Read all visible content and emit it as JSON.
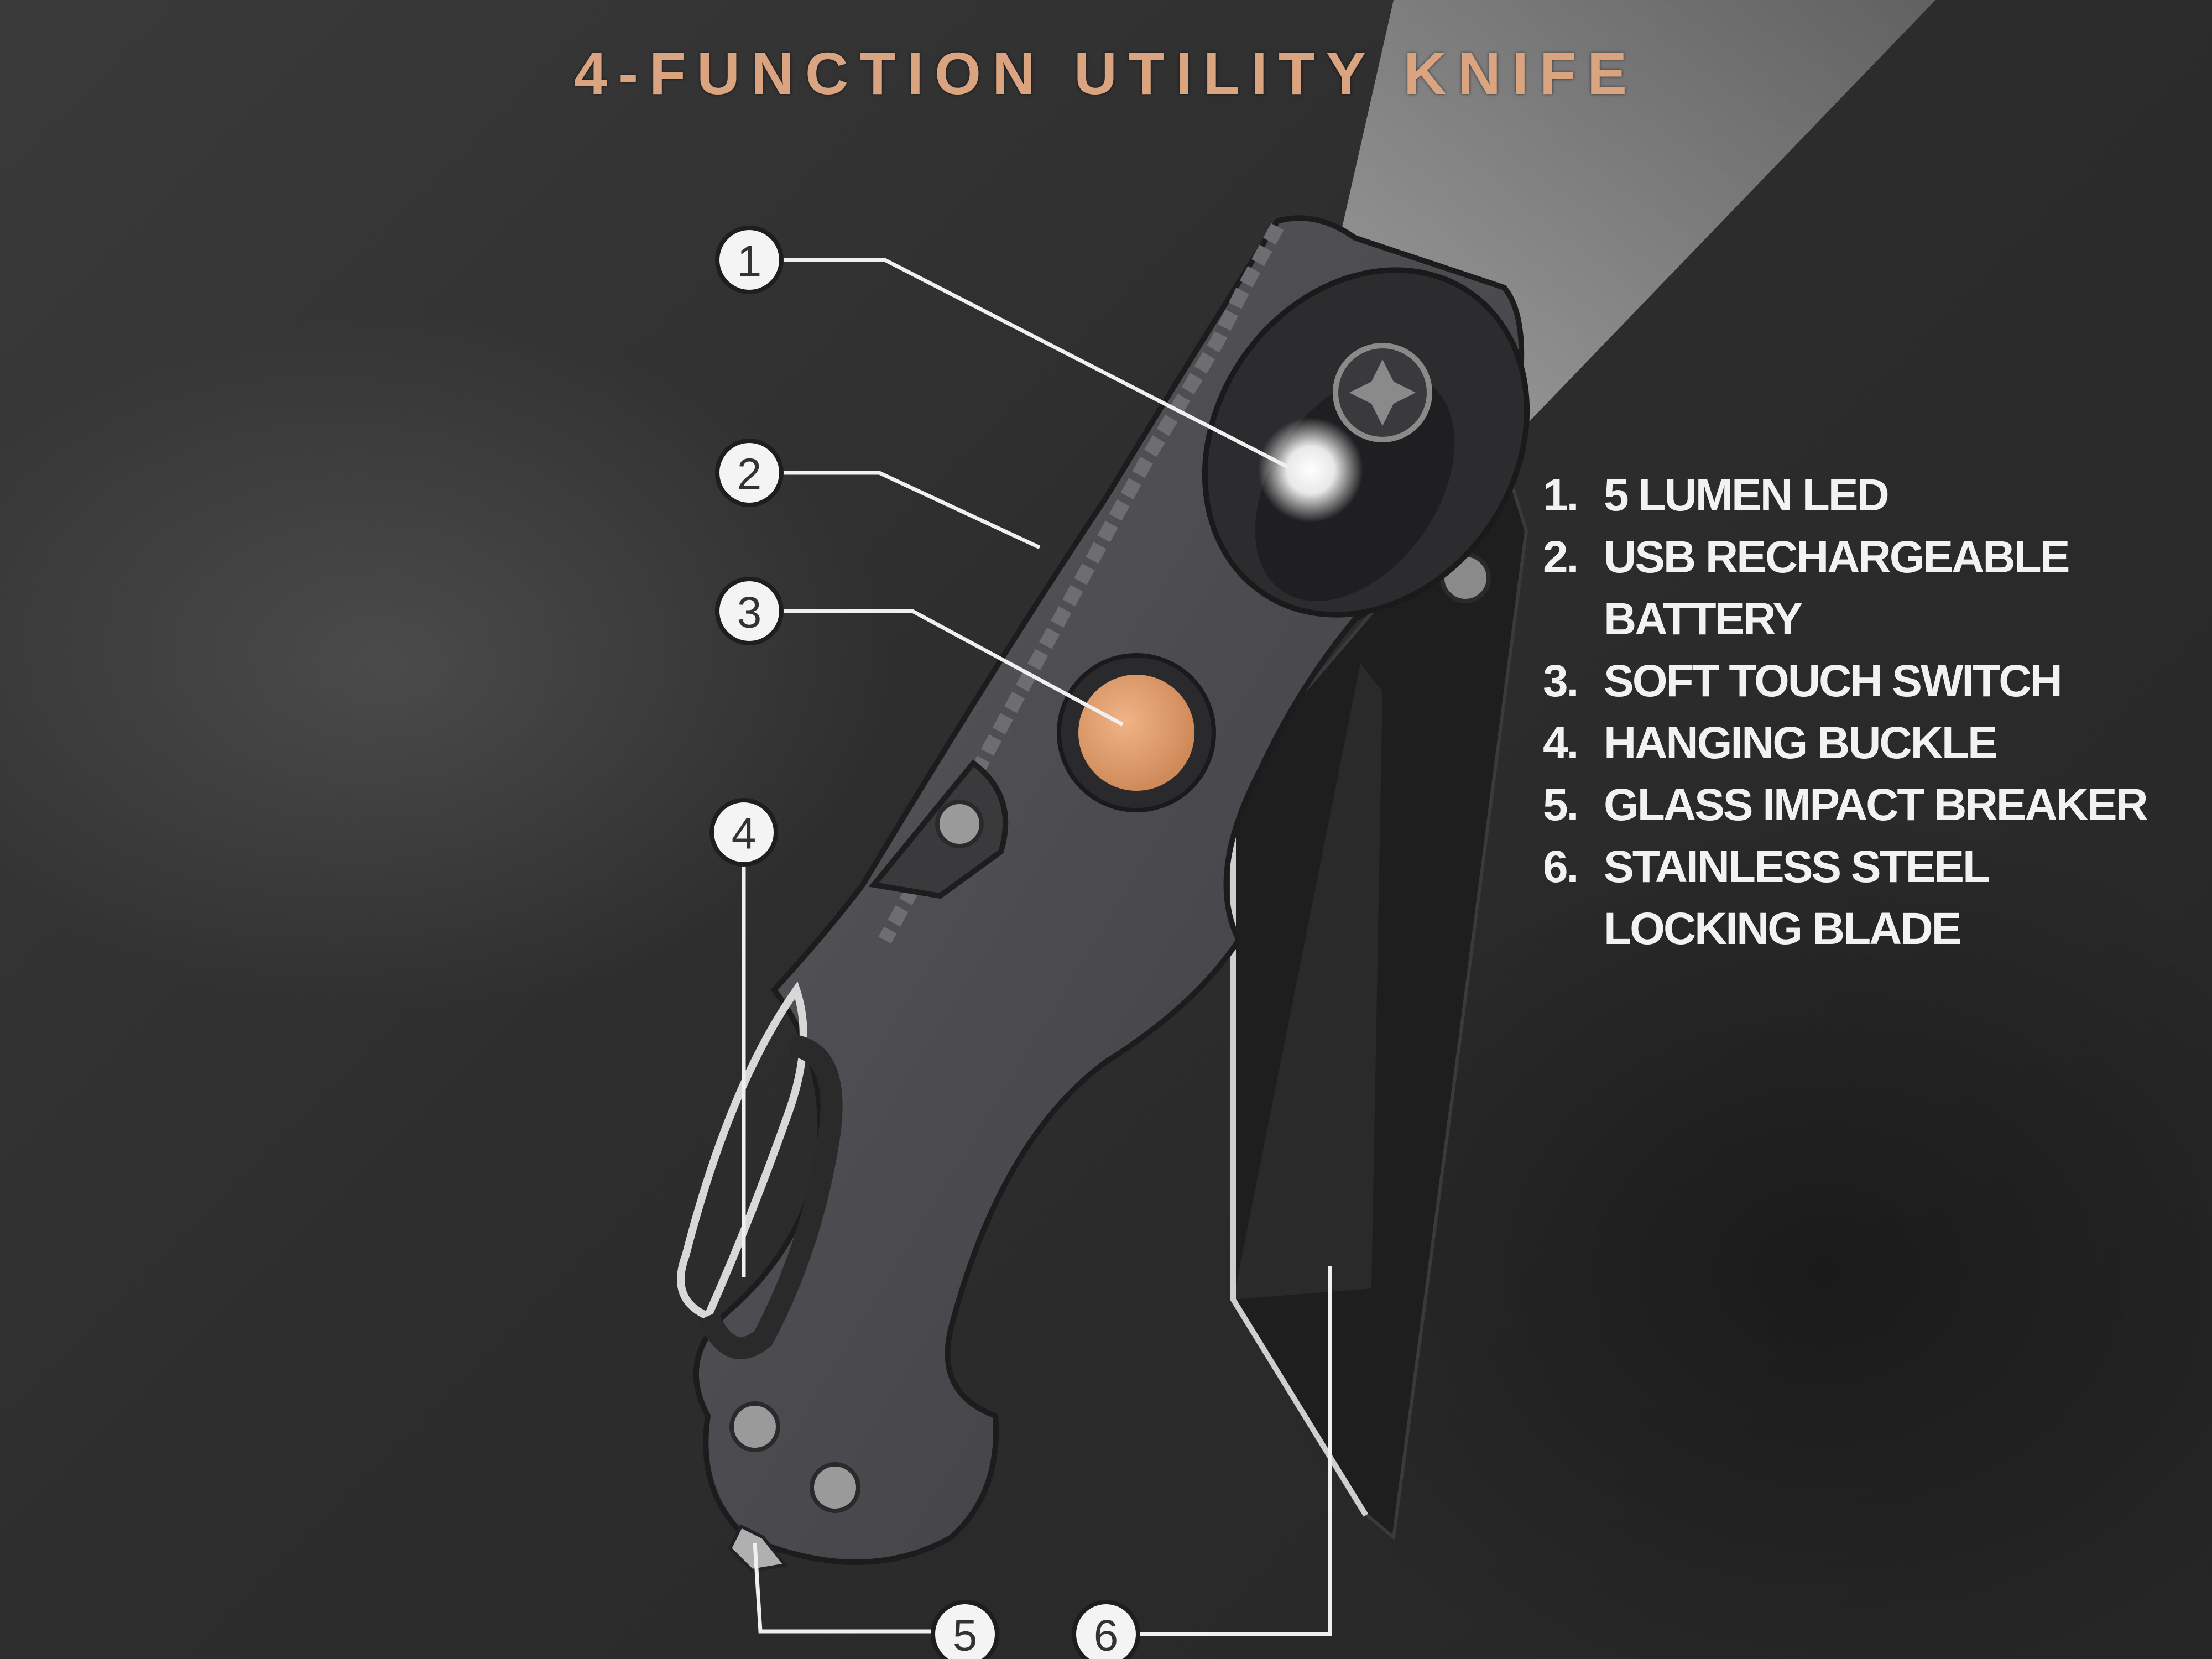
{
  "title": "4-FUNCTION UTILITY KNIFE",
  "callouts": [
    "1",
    "2",
    "3",
    "4",
    "5",
    "6"
  ],
  "features": [
    {
      "num": "1.",
      "lines": [
        "5 LUMEN LED"
      ]
    },
    {
      "num": "2.",
      "lines": [
        "USB RECHARGEABLE",
        "BATTERY"
      ]
    },
    {
      "num": "3.",
      "lines": [
        "SOFT TOUCH SWITCH"
      ]
    },
    {
      "num": "4.",
      "lines": [
        "HANGING BUCKLE"
      ]
    },
    {
      "num": "5.",
      "lines": [
        "GLASS IMPACT BREAKER"
      ]
    },
    {
      "num": "6.",
      "lines": [
        "STAINLESS STEEL",
        "LOCKING BLADE"
      ]
    }
  ],
  "colors": {
    "title": "#d9a47f",
    "switch": "#e0a070",
    "handle": "#4a4a4d",
    "blade": "#202020",
    "text": "#f2f2f2"
  }
}
